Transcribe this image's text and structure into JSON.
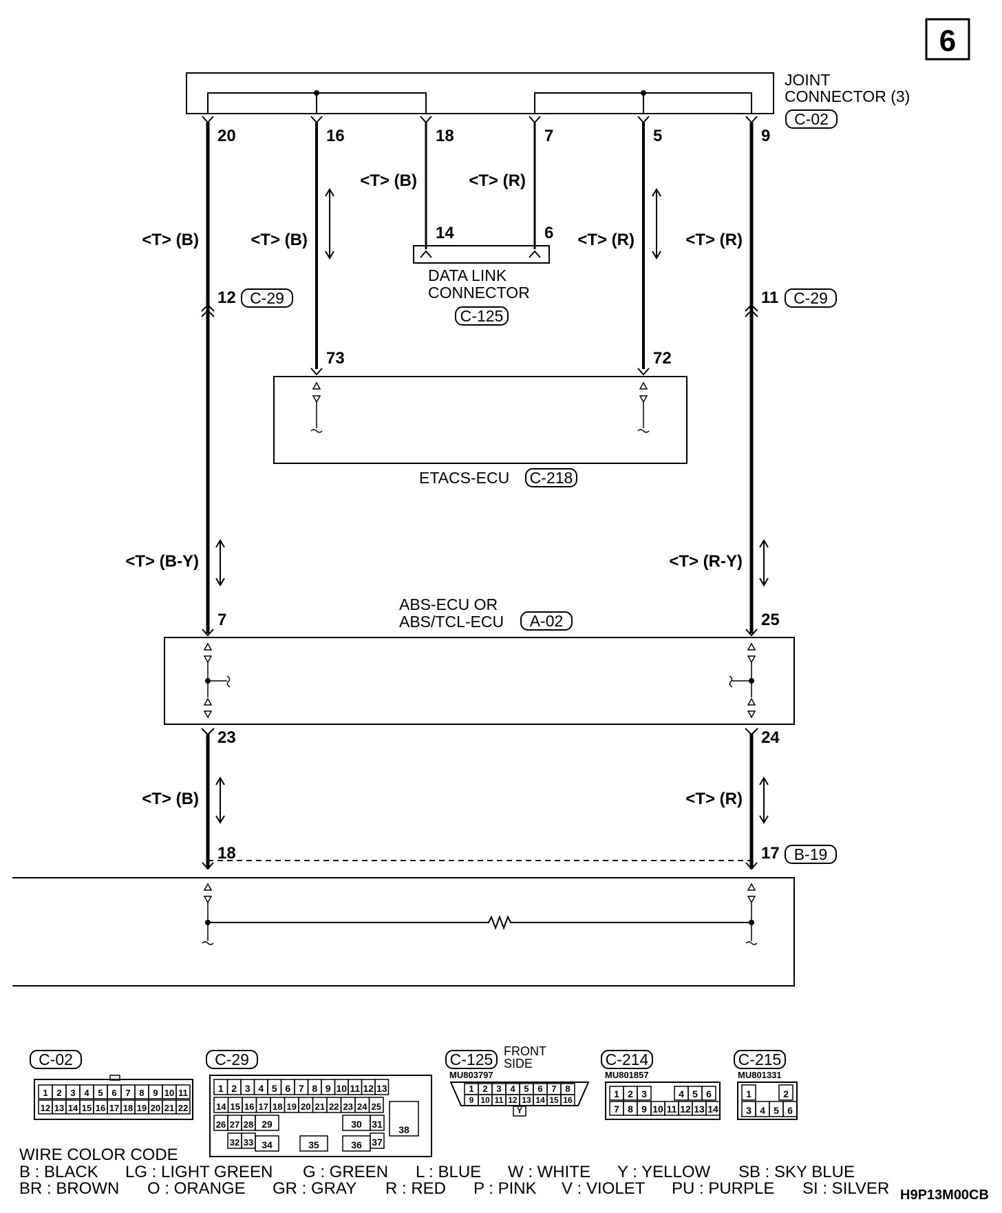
{
  "page_number": "6",
  "drawing_code": "H9P13M00CB",
  "joint_connector": {
    "title_line1": "JOINT",
    "title_line2": "CONNECTOR (3)",
    "connector_id": "C-02",
    "pins": [
      "20",
      "16",
      "18",
      "7",
      "5",
      "9"
    ]
  },
  "data_link_connector": {
    "line1": "DATA LINK",
    "line2": "CONNECTOR",
    "connector_id": "C-125",
    "pins": [
      "14",
      "6"
    ]
  },
  "etacs_ecu": {
    "label": "ETACS-ECU",
    "connector_id": "C-218",
    "pins": [
      "73",
      "72"
    ]
  },
  "abs_ecu": {
    "line1": "ABS-ECU OR",
    "line2": "ABS/TCL-ECU",
    "connector_id": "A-02",
    "pins": [
      "7",
      "25",
      "23",
      "24"
    ]
  },
  "intermediate_connectors": {
    "left": {
      "pin": "12",
      "id": "C-29"
    },
    "right": {
      "pin": "11",
      "id": "C-29"
    },
    "bottom_left_pin": "18",
    "bottom_right_pin": "17",
    "bottom_id": "B-19"
  },
  "wire_labels": {
    "w20": "<T> (B)",
    "w16": "<T> (B)",
    "w18": "<T> (B)",
    "w7": "<T> (R)",
    "w5": "<T> (R)",
    "w9": "<T> (R)",
    "left_lower": "<T> (B-Y)",
    "right_lower": "<T> (R-Y)",
    "left_bottom": "<T> (B)",
    "right_bottom": "<T> (R)"
  },
  "connector_views": {
    "c02": {
      "id": "C-02",
      "row1": [
        "1",
        "2",
        "3",
        "4",
        "5",
        "6",
        "7",
        "8",
        "9",
        "10",
        "11"
      ],
      "row2": [
        "12",
        "13",
        "14",
        "15",
        "16",
        "17",
        "18",
        "19",
        "20",
        "21",
        "22"
      ]
    },
    "c29": {
      "id": "C-29",
      "row1": [
        "1",
        "2",
        "3",
        "4",
        "5",
        "6",
        "7",
        "8",
        "9",
        "10",
        "11",
        "12",
        "13"
      ],
      "row2": [
        "14",
        "15",
        "16",
        "17",
        "18",
        "19",
        "20",
        "21",
        "22",
        "23",
        "24",
        "25"
      ],
      "row3": [
        "26",
        "27",
        "28",
        "29",
        "30",
        "31"
      ],
      "row4": [
        "32",
        "33",
        "34",
        "35",
        "36",
        "37"
      ],
      "big": "38"
    },
    "c125": {
      "id": "C-125",
      "part": "MU803797",
      "side_line1": "FRONT",
      "side_line2": "SIDE",
      "row1": [
        "1",
        "2",
        "3",
        "4",
        "5",
        "6",
        "7",
        "8"
      ],
      "row2": [
        "9",
        "10",
        "11",
        "12",
        "13",
        "14",
        "15",
        "16"
      ],
      "tab": "Y"
    },
    "c214": {
      "id": "C-214",
      "part": "MU801857",
      "row1": [
        "1",
        "2",
        "3",
        "4",
        "5",
        "6"
      ],
      "row2": [
        "7",
        "8",
        "9",
        "10",
        "11",
        "12",
        "13",
        "14"
      ]
    },
    "c215": {
      "id": "C-215",
      "part": "MU801331",
      "row1": [
        "1",
        "2"
      ],
      "row2": [
        "3",
        "4",
        "5",
        "6"
      ]
    }
  },
  "wire_color_code": {
    "title": "WIRE COLOR CODE",
    "line1": [
      "B : BLACK",
      "LG : LIGHT GREEN",
      "G : GREEN",
      "L : BLUE",
      "W : WHITE",
      "Y : YELLOW",
      "SB : SKY BLUE"
    ],
    "line2": [
      "BR : BROWN",
      "O : ORANGE",
      "GR : GRAY",
      "R : RED",
      "P : PINK",
      "V : VIOLET",
      "PU : PURPLE",
      "SI : SILVER"
    ]
  }
}
